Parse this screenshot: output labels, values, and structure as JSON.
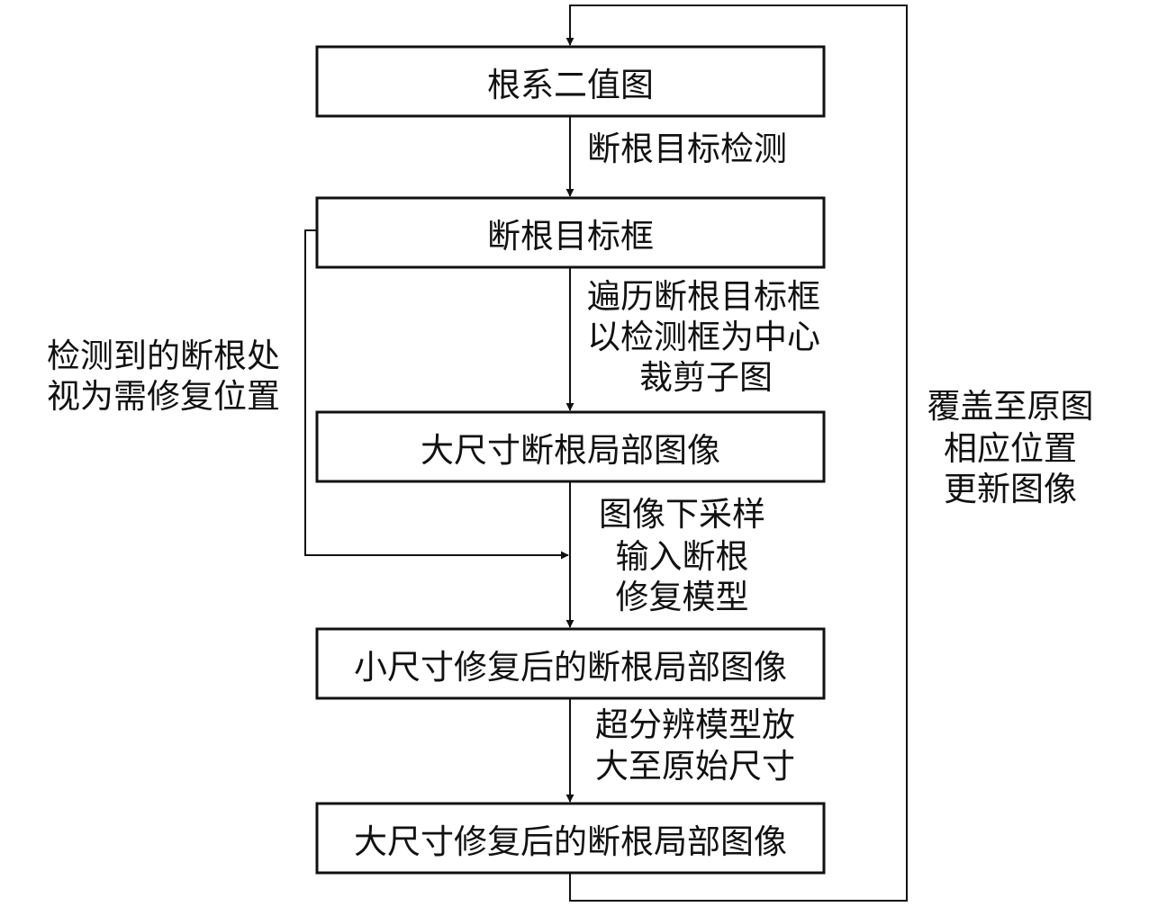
{
  "boxes": {
    "root_binary": "根系二值图",
    "break_box": "断根目标框",
    "large_local": "大尺寸断根局部图像",
    "small_repaired": "小尺寸修复后的断根局部图像",
    "large_repaired": "大尺寸修复后的断根局部图像"
  },
  "edges": {
    "detect": "断根目标检测",
    "traverse": [
      "遍历断根目标框",
      "以检测框为中心",
      "裁剪子图"
    ],
    "downsample": [
      "图像下采样",
      "输入断根",
      "修复模型"
    ],
    "superres": [
      "超分辨模型放",
      "大至原始尺寸"
    ],
    "left_side": [
      "检测到的断根处",
      "视为需修复位置"
    ],
    "right_side": [
      "覆盖至原图",
      "相应位置",
      "更新图像"
    ]
  },
  "colors": {
    "stroke": "#111111",
    "background": "#ffffff"
  }
}
